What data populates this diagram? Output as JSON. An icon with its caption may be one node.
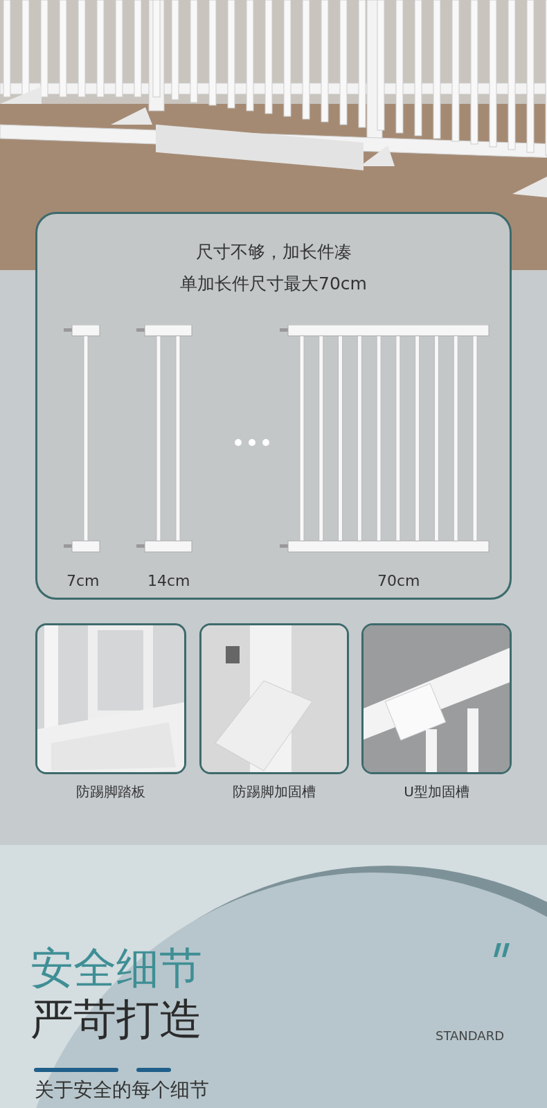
{
  "diagram": {
    "nodes": [
      {
        "text": [
          "尺寸不够，加长件凑",
          "单加长件尺寸最大70cm"
        ]
      },
      {
        "text": [
          "防踢脚踏板"
        ]
      },
      {
        "text": [
          "防踢脚加固槽"
        ]
      },
      {
        "text": [
          "U型加固槽"
        ]
      }
    ],
    "edges": [],
    "labels": [
      "7cm",
      "14cm",
      "70cm",
      "安全细节",
      "严苛打造",
      "STANDARD",
      "关于安全的每个细节"
    ]
  }
}
